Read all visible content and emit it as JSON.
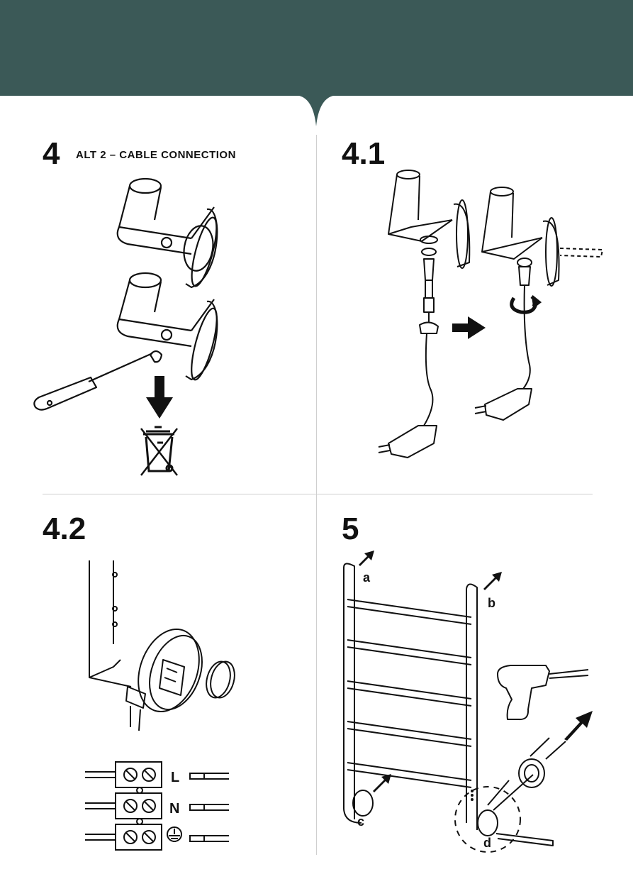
{
  "header": {
    "color": "#3b5957"
  },
  "steps": [
    {
      "number": "4",
      "title": "ALT 2 – CABLE CONNECTION"
    },
    {
      "number": "4.1",
      "title": ""
    },
    {
      "number": "4.2",
      "title": ""
    },
    {
      "number": "5",
      "title": ""
    }
  ],
  "terminal_labels": {
    "live": "L",
    "neutral": "N"
  },
  "rail_labels": {
    "a": "a",
    "b": "b",
    "c": "c",
    "d": "d"
  },
  "icons": [
    "screwdriver-icon",
    "recycle-bin-icon",
    "arrow-icon",
    "rotate-icon",
    "plug-icon",
    "drill-icon",
    "earth-icon"
  ]
}
